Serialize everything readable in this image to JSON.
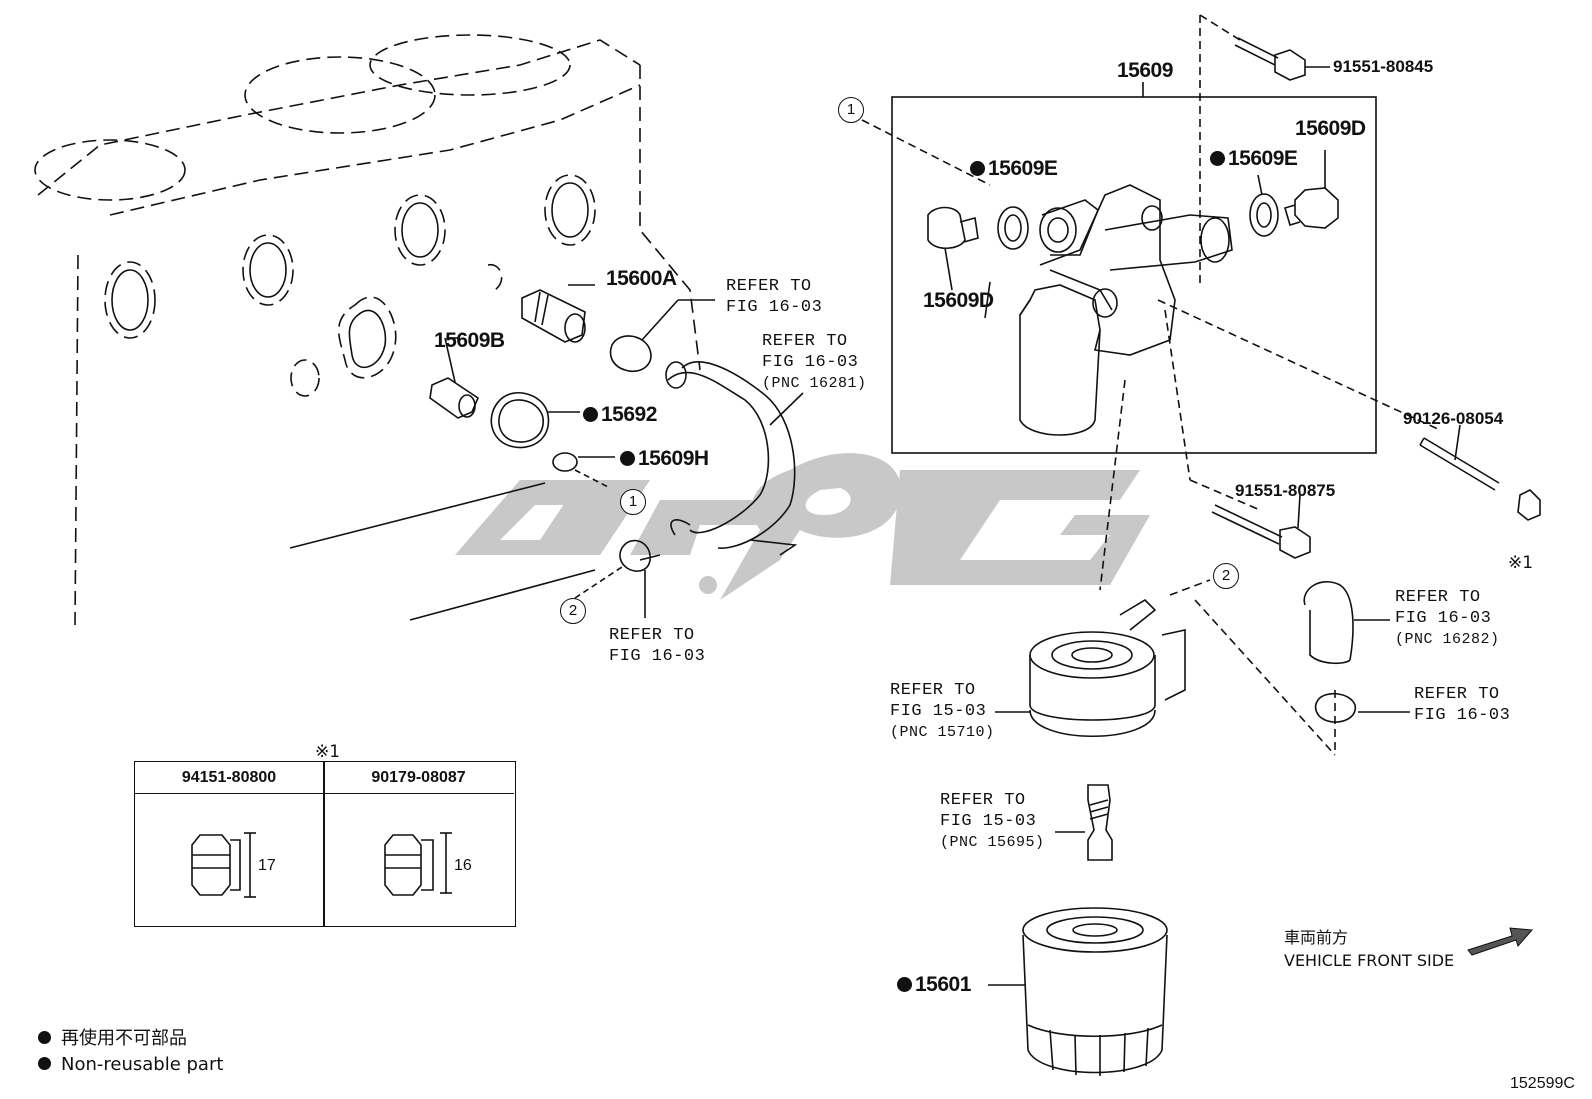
{
  "assembly_label": "15609",
  "part_labels": {
    "p15600A": "15600A",
    "p15609B": "15609B",
    "p15692": "15692",
    "p15609H": "15609H",
    "p15609E_left": "15609E",
    "p15609E_right": "15609E",
    "p15609D_left": "15609D",
    "p15609D_right": "15609D",
    "p15601": "15601"
  },
  "part_numbers": {
    "bolt_top": "91551-80845",
    "stud": "90126-08054",
    "bolt_mid": "91551-80875"
  },
  "refs": {
    "ref_a": {
      "line1": "REFER TO",
      "line2": "FIG 16-03",
      "pnc": ""
    },
    "ref_b": {
      "line1": "REFER TO",
      "line2": "FIG 16-03",
      "pnc": "(PNC 16281)"
    },
    "ref_c": {
      "line1": "REFER TO",
      "line2": "FIG 16-03",
      "pnc": ""
    },
    "ref_d": {
      "line1": "REFER TO",
      "line2": "FIG 16-03",
      "pnc": "(PNC 16282)"
    },
    "ref_e": {
      "line1": "REFER TO",
      "line2": "FIG 15-03",
      "pnc": "(PNC 15710)"
    },
    "ref_f": {
      "line1": "REFER TO",
      "line2": "FIG 16-03",
      "pnc": ""
    },
    "ref_g": {
      "line1": "REFER TO",
      "line2": "FIG 15-03",
      "pnc": "(PNC 15695)"
    }
  },
  "callouts": {
    "c1": "1",
    "c2": "2"
  },
  "note_mark": "※1",
  "nut_table": {
    "col1_part": "94151-80800",
    "col1_dim": "17",
    "col2_part": "90179-08087",
    "col2_dim": "16"
  },
  "direction": {
    "jp": "車両前方",
    "en": "VEHICLE FRONT SIDE"
  },
  "legend": {
    "jp": "再使用不可部品",
    "en": "Non-reusable part"
  },
  "figure_code": "152599C",
  "colors": {
    "ink": "#111111",
    "watermark": "#c8c8c8"
  }
}
